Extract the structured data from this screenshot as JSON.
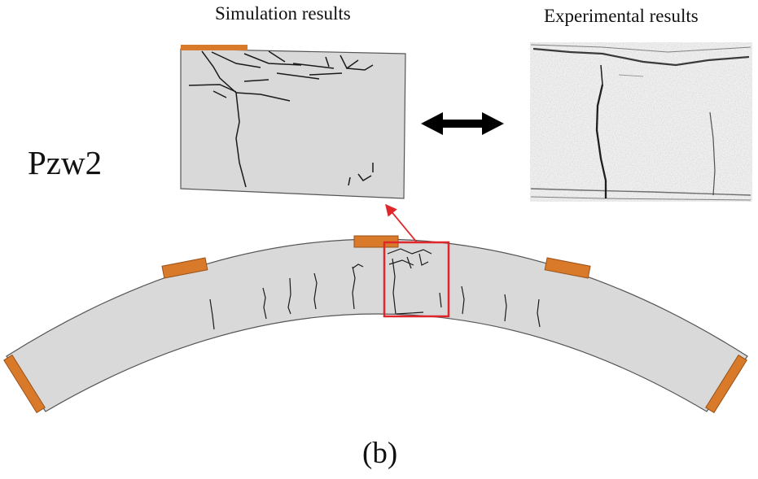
{
  "labels": {
    "simulation_title": "Simulation results",
    "experimental_title": "Experimental results",
    "specimen_id": "Pzw2",
    "panel_label": "(b)"
  },
  "colors": {
    "beam_fill": "#d9d9d9",
    "beam_stroke": "#555555",
    "pad": "#d97a2b",
    "pad_stroke": "#9a5218",
    "crack": "#1a1a1a",
    "highlight_box": "#e0262b",
    "arrow": "#000000",
    "photo_bg": "#f1f1f1"
  },
  "icons": {
    "comparison": "double-headed-arrow",
    "pointer": "red-arrow"
  }
}
